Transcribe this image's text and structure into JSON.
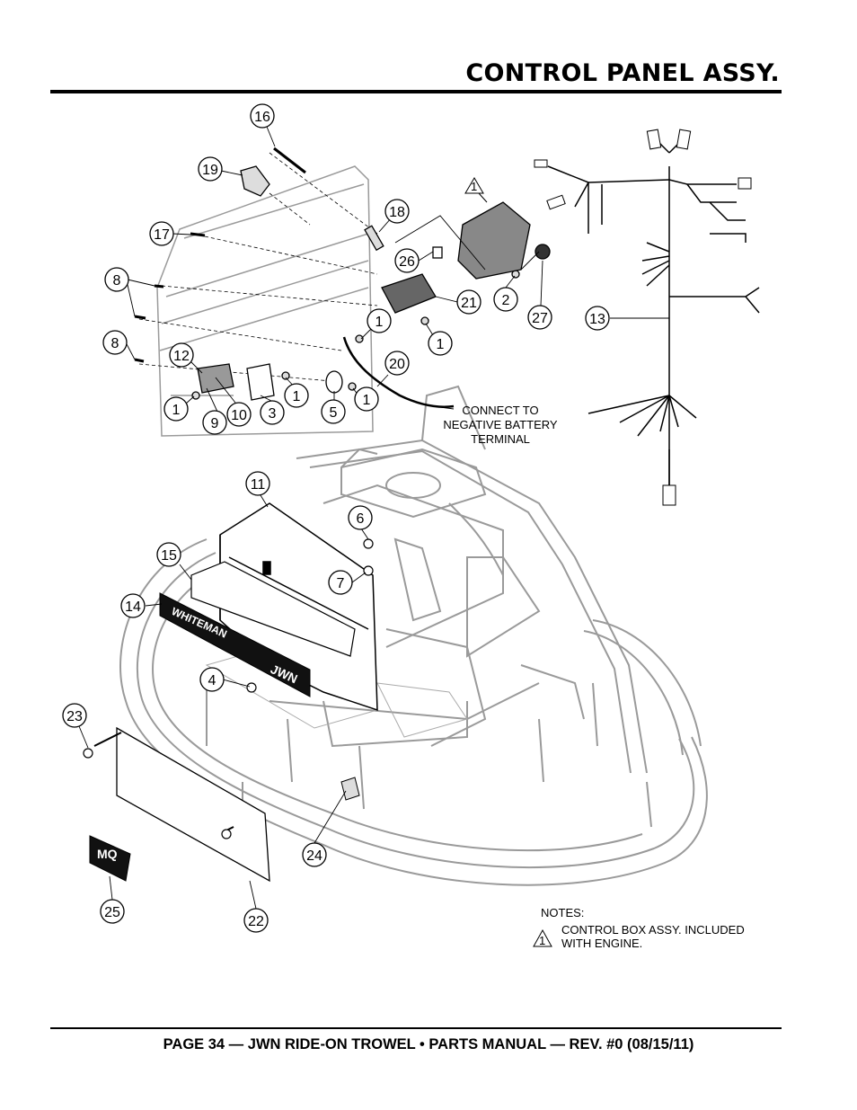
{
  "header": {
    "title": "CONTROL PANEL ASSY."
  },
  "footer": {
    "text": "PAGE 34 — JWN RIDE-ON TROWEL • PARTS MANUAL — REV. #0 (08/15/11)"
  },
  "callouts": {
    "c1a": "1",
    "c1b": "1",
    "c1c": "1",
    "c1d": "1",
    "c1e": "1",
    "c2": "2",
    "c3": "3",
    "c4": "4",
    "c5": "5",
    "c6": "6",
    "c7": "7",
    "c8a": "8",
    "c8b": "8",
    "c9": "9",
    "c10": "10",
    "c11": "11",
    "c12": "12",
    "c13": "13",
    "c14": "14",
    "c15": "15",
    "c16": "16",
    "c17": "17",
    "c18": "18",
    "c19": "19",
    "c20": "20",
    "c21": "21",
    "c22": "22",
    "c23": "23",
    "c24": "24",
    "c25": "25",
    "c26": "26",
    "c27": "27"
  },
  "connect_note": {
    "line1": "CONNECT TO",
    "line2": "NEGATIVE BATTERY",
    "line3": "TERMINAL"
  },
  "notes": {
    "heading": "NOTES:",
    "marker": "1",
    "line1": "CONTROL BOX ASSY. INCLUDED",
    "line2": "WITH ENGINE."
  },
  "labels": {
    "panel_brand": "WHITEMAN",
    "panel_model": "JWN",
    "triangle_marker": "1"
  }
}
